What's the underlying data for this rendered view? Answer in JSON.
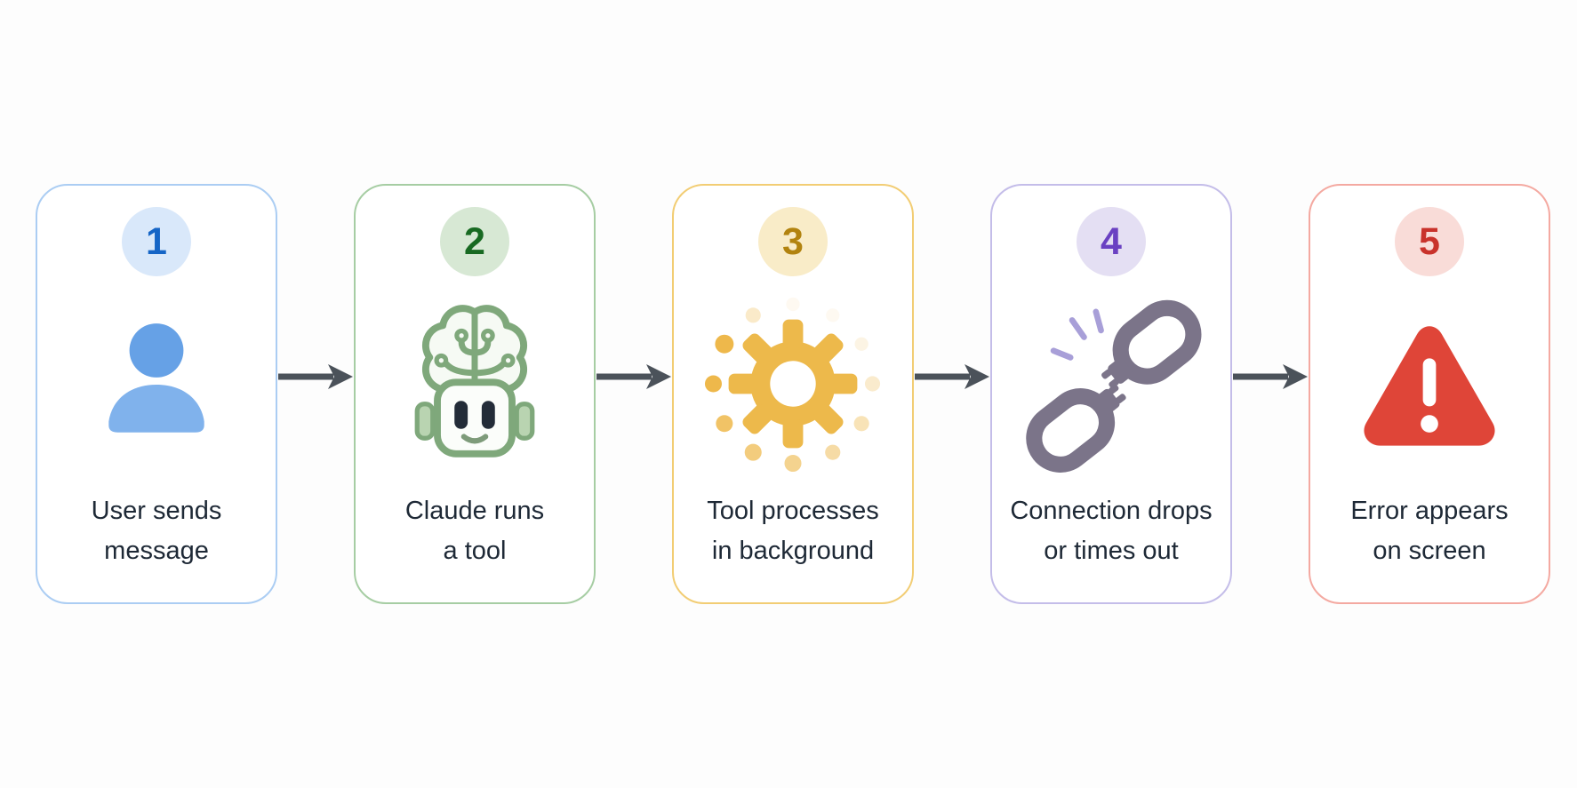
{
  "page": {
    "background_color": "#fdfdfd"
  },
  "flow": {
    "arrow_color": "#4b525a",
    "label_color": "#1e2936",
    "steps": [
      {
        "number": "1",
        "icon": "user-icon",
        "label_line1": "User sends",
        "label_line2": "message",
        "border_color": "#abcdf3",
        "badge_bg": "#d9e8fa",
        "badge_number_color": "#1565c6",
        "icon_colors": {
          "head": "#66a1e6",
          "body": "#80b2ec"
        }
      },
      {
        "number": "2",
        "icon": "robot-brain-icon",
        "label_line1": "Claude runs",
        "label_line2": "a tool",
        "border_color": "#a6cda3",
        "badge_bg": "#d7e8d4",
        "badge_number_color": "#186a22",
        "icon_colors": {
          "outline": "#7fa87b",
          "fill": "#f6faf4",
          "eyes": "#232c38",
          "ears": "#b9d4b1"
        }
      },
      {
        "number": "3",
        "icon": "gear-spinner-icon",
        "label_line1": "Tool processes",
        "label_line2": "in background",
        "border_color": "#f2cd74",
        "badge_bg": "#f9ecc8",
        "badge_number_color": "#b2830f",
        "icon_colors": {
          "gear": "#edb94b",
          "dots": "#eeb84b"
        }
      },
      {
        "number": "4",
        "icon": "broken-chain-icon",
        "label_line1": "Connection drops",
        "label_line2": "or times out",
        "border_color": "#c4bde9",
        "badge_bg": "#e4dff3",
        "badge_number_color": "#6a41c2",
        "icon_colors": {
          "chain": "#7b7489",
          "sparks": "#a89fd8"
        }
      },
      {
        "number": "5",
        "icon": "warning-triangle-icon",
        "label_line1": "Error appears",
        "label_line2": "on screen",
        "border_color": "#f4a9a1",
        "badge_bg": "#f9dcd8",
        "badge_number_color": "#c9322b",
        "icon_colors": {
          "triangle": "#df4538",
          "exclamation": "#ffffff"
        }
      }
    ]
  }
}
